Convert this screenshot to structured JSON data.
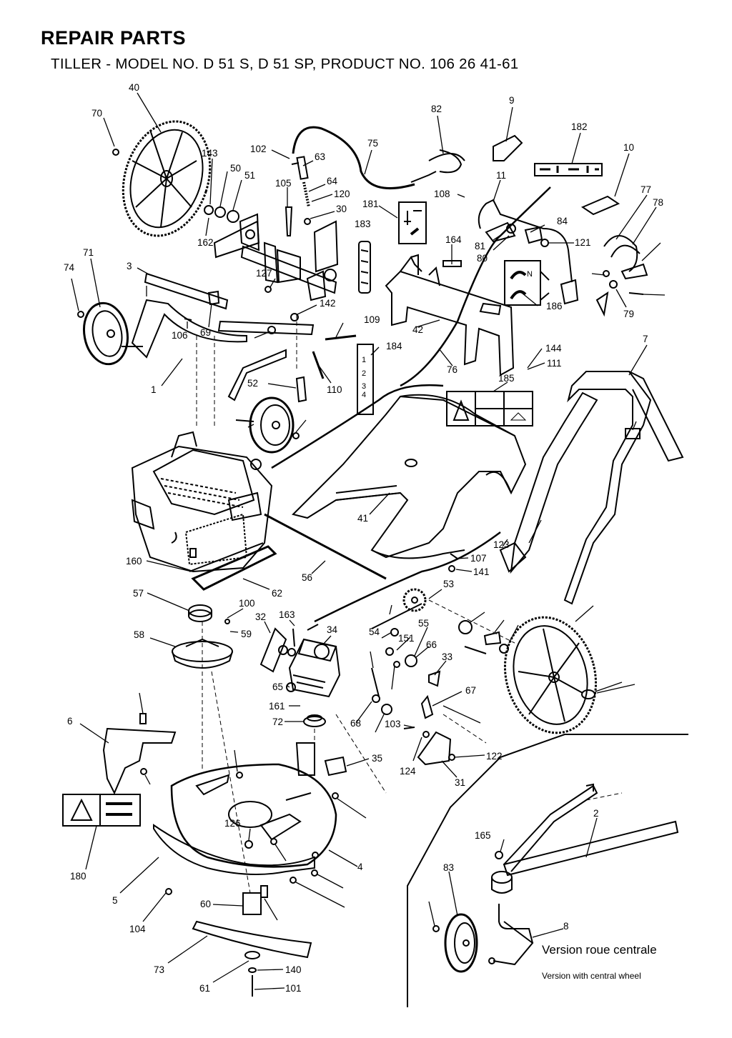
{
  "header": {
    "title": "REPAIR PARTS",
    "subtitle": "TILLER - MODEL NO. D 51 S, D 51 SP, PRODUCT NO. 106 26 41-61"
  },
  "inset": {
    "caption_fr": "Version roue centrale",
    "caption_en": "Version with central wheel"
  },
  "decals": {
    "d184_scale": [
      "1",
      "2",
      "3",
      "4"
    ],
    "d181_letter": "N"
  },
  "callouts": [
    "40",
    "70",
    "143",
    "50",
    "51",
    "162",
    "102",
    "63",
    "105",
    "64",
    "120",
    "30",
    "75",
    "82",
    "9",
    "182",
    "10",
    "77",
    "78",
    "108",
    "11",
    "181",
    "183",
    "84",
    "121",
    "164",
    "81",
    "80",
    "3",
    "127",
    "142",
    "74",
    "71",
    "106",
    "69",
    "1",
    "52",
    "110",
    "109",
    "42",
    "186",
    "76",
    "184",
    "144",
    "111",
    "7",
    "185",
    "2",
    "41",
    "123",
    "107",
    "141",
    "160",
    "56",
    "62",
    "57",
    "100",
    "163",
    "59",
    "32",
    "34",
    "54",
    "151",
    "55",
    "53",
    "58",
    "33",
    "66",
    "65",
    "67",
    "72",
    "161",
    "68",
    "103",
    "124",
    "122",
    "31",
    "35",
    "6",
    "180",
    "126",
    "4",
    "5",
    "104",
    "60",
    "73",
    "61",
    "140",
    "101",
    "165",
    "83",
    "8",
    "79"
  ]
}
